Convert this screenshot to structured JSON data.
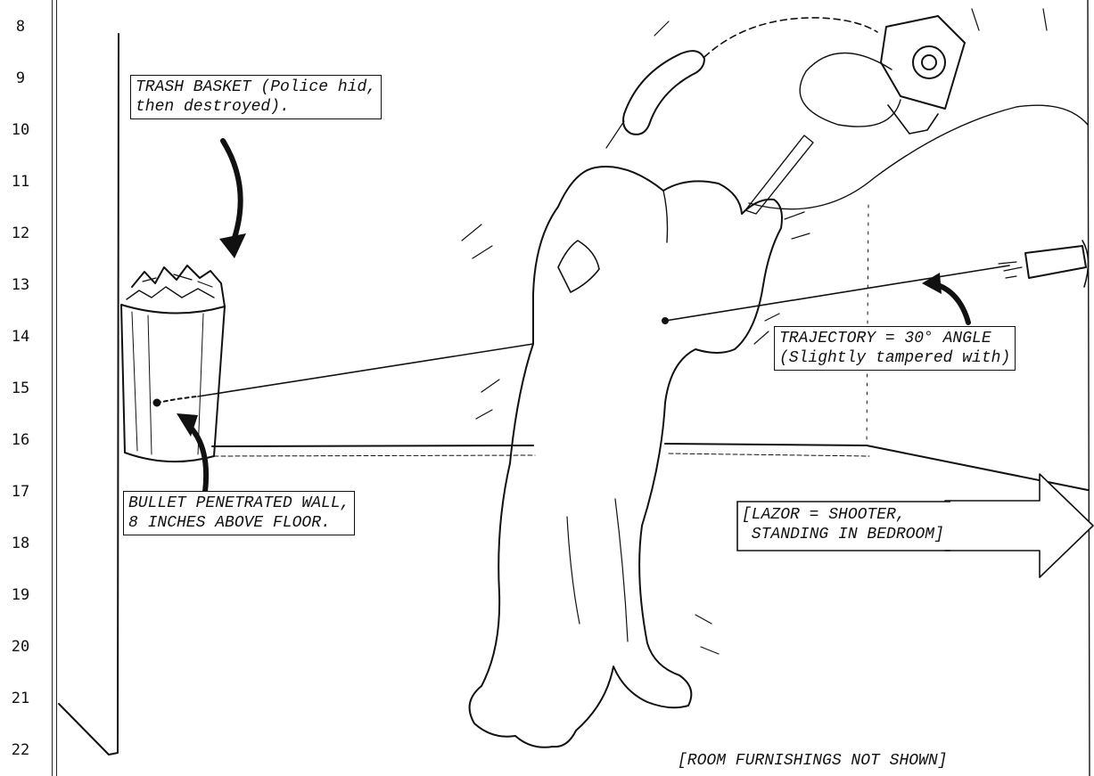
{
  "line_numbers": [
    "8",
    "9",
    "10",
    "11",
    "12",
    "13",
    "14",
    "15",
    "16",
    "17",
    "18",
    "19",
    "20",
    "21",
    "22"
  ],
  "labels": {
    "trash_basket": [
      "TRASH BASKET (Police hid,",
      "then destroyed)."
    ],
    "bullet_wall": [
      "BULLET PENETRATED WALL,",
      "8 INCHES ABOVE FLOOR."
    ],
    "trajectory": [
      "TRAJECTORY = 30° ANGLE",
      "(Slightly tampered with)"
    ],
    "shooter": [
      "[LAZOR = SHOOTER,",
      " STANDING IN BEDROOM]"
    ],
    "furnishings": "[ROOM FURNISHINGS NOT SHOWN]"
  }
}
